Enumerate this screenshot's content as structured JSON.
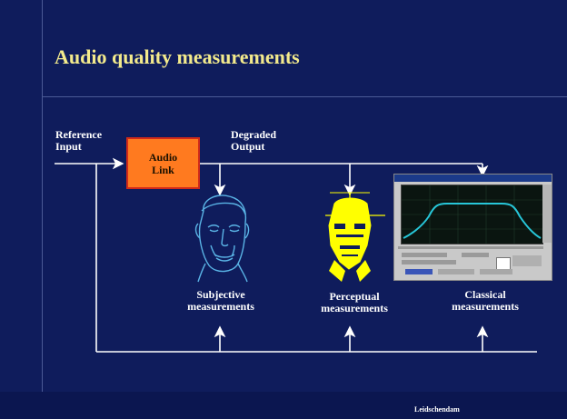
{
  "title": "Audio quality measurements",
  "labels": {
    "reference_input": "Reference Input",
    "degraded_output": "Degraded Output",
    "audio_link": "Audio Link",
    "subjective": "Subjective measurements",
    "perceptual": "Perceptual measurements",
    "classical": "Classical measurements"
  },
  "footer": {
    "location": "Leidschendam"
  },
  "colors": {
    "background": "#0f1c5c",
    "title": "#f3ea8c",
    "box_fill": "#ff7a1f",
    "box_border": "#d12a1a",
    "perceptual_face": "#ffff00",
    "analyzer_curve": "#27c6d8"
  },
  "icons": {
    "subjective_face": "sketched-face-icon",
    "perceptual_face": "yellow-model-face-icon",
    "classical": "spectrum-analyzer-window",
    "logo": "company-logo-icon"
  }
}
